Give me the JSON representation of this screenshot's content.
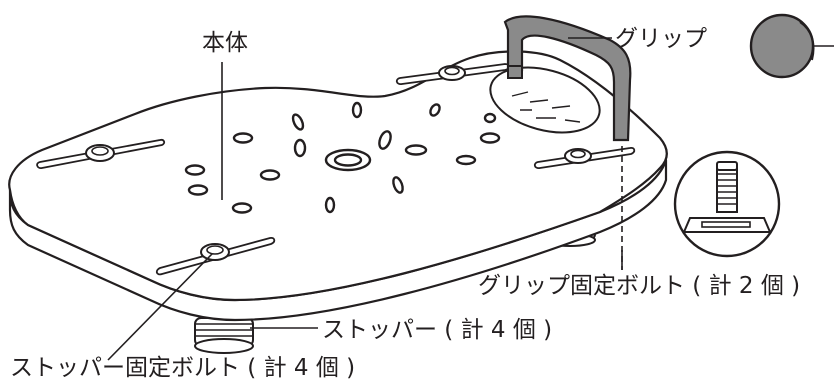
{
  "labels": {
    "main_body": "本体",
    "grip": "グリップ",
    "grip_bolt": "グリップ固定ボルト ( 計 2 個 )",
    "stopper": "ストッパー ( 計 4 個 )",
    "stopper_bolt": "ストッパー固定ボルト ( 計 4 個 )"
  },
  "colors": {
    "line": "#231f20",
    "grip_grey": "#8a8a8a",
    "background": "#ffffff"
  }
}
